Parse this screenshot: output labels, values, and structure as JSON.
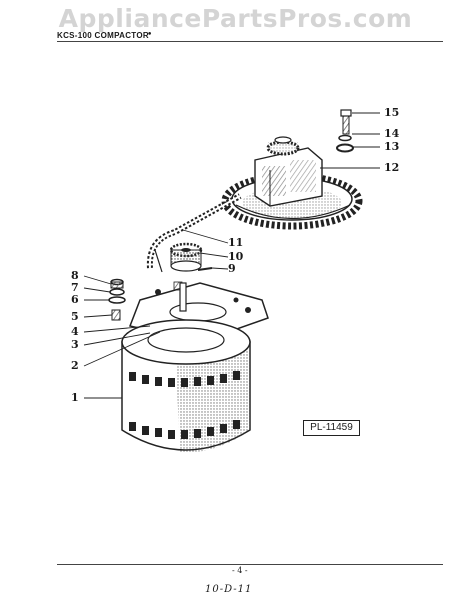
{
  "watermark": "AppliancePartsPros.com",
  "header": {
    "title": "KCS-100 COMPACTOR",
    "mark": "•"
  },
  "callouts": [
    "15",
    "14",
    "13",
    "12",
    "11",
    "10",
    "9",
    "8",
    "7",
    "6",
    "5",
    "4",
    "3",
    "2",
    "1"
  ],
  "plate_number": "PL-11459",
  "page_number": "- 4 -",
  "handwritten_note": "10-D-11"
}
